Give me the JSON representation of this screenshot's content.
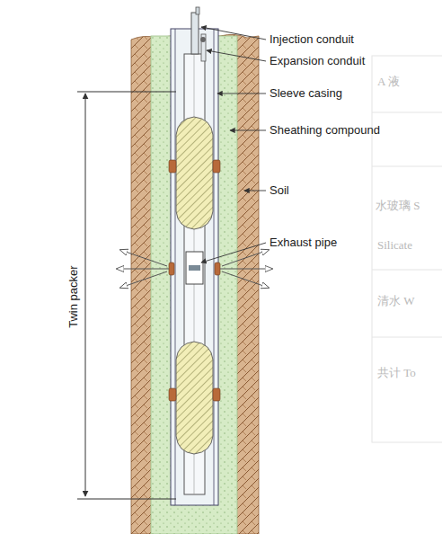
{
  "diagram": {
    "labels": [
      "Injection conduit",
      "Expansion conduit",
      "Sleeve casing",
      "Sheathing compound",
      "Soil",
      "Exhaust pipe",
      "Twin packer",
      "A 液",
      "水玻璃 S",
      "Silicate",
      "清水 W",
      "共计 To"
    ]
  }
}
